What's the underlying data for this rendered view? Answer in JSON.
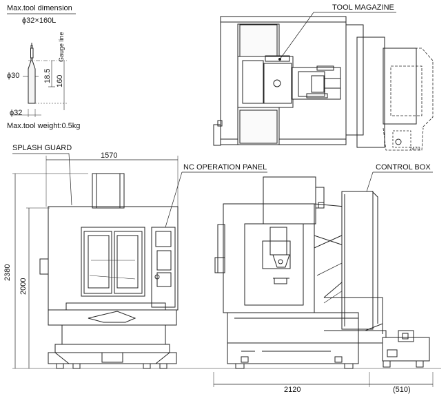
{
  "tool_spec": {
    "title": "Max.tool dimension",
    "size": "ϕ32×160L",
    "gauge": "Gauge line",
    "d30": "ϕ30",
    "d32": "ϕ32",
    "h18": "18.5",
    "h160": "160",
    "weight": "Max.tool weight:0.5kg"
  },
  "callouts": {
    "tool_magazine": "TOOL MAGAZINE",
    "splash_guard": "SPLASH GUARD",
    "nc_panel": "NC OPERATION PANEL",
    "control_box": "CONTROL BOX",
    "small_mark": "7470"
  },
  "dimensions": {
    "width_front": "1570",
    "height_total": "2380",
    "height_body": "2000",
    "depth_side": "2120",
    "depth_extra": "(510)"
  }
}
